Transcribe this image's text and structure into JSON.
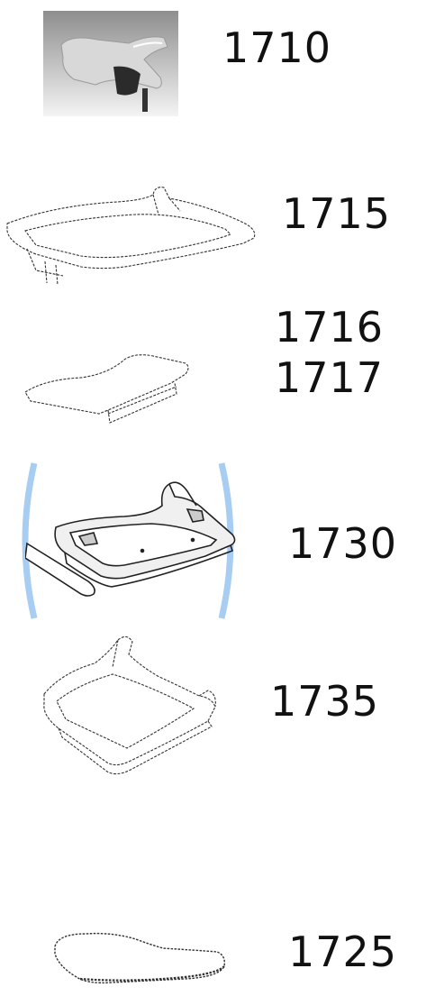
{
  "parts": [
    {
      "number": "1710",
      "description": "tray-insert-photo"
    },
    {
      "number": "1715",
      "description": "tray-outline"
    },
    {
      "number": "1716",
      "description": "tray-insert-outline"
    },
    {
      "number": "1717",
      "description": "tray-insert-outline"
    },
    {
      "number": "1730",
      "description": "tray-highlighted"
    },
    {
      "number": "1735",
      "description": "tray-perspective"
    },
    {
      "number": "1725",
      "description": "tray-pad"
    }
  ],
  "colors": {
    "highlight_bracket": "#a8cdf3",
    "line": "#333333",
    "photo_bg_top": "#8e8e8e",
    "photo_bg_bottom": "#f4f4f4"
  }
}
